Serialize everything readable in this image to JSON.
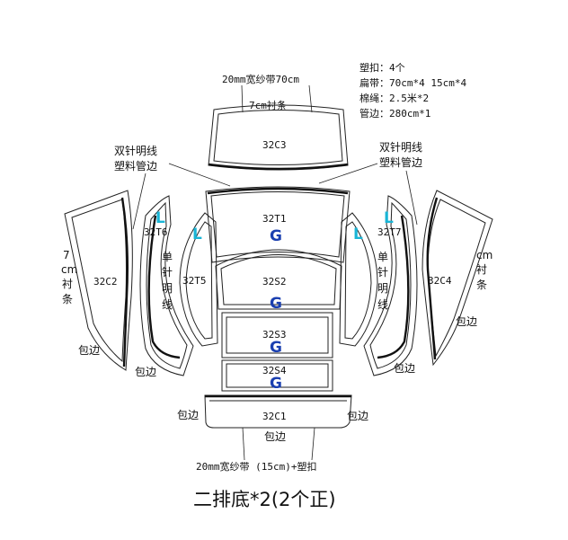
{
  "notes": {
    "line1": "塑扣：4个",
    "line2": "扁带：70cm*4  15cm*4",
    "line3": "棉绳：2.5米*2",
    "line4": "管边：280cm*1"
  },
  "labels": {
    "top_band": "20mm宽纱带70cm",
    "lining_7cm": "7cm衬条",
    "double_needle_left_1": "双针明线",
    "double_needle_left_2": "塑料管边",
    "double_needle_right_1": "双针明线",
    "double_needle_right_2": "塑料管边",
    "single_needle_left": [
      "单",
      "针",
      "明",
      "线"
    ],
    "single_needle_right": [
      "单",
      "针",
      "明",
      "线"
    ],
    "left_lining": [
      "7",
      "cm",
      "衬",
      "条"
    ],
    "right_lining": [
      "cm",
      "衬",
      "条"
    ],
    "binding_c2": "包边",
    "binding_t6": "包边",
    "binding_t7": "包边",
    "binding_c4": "包边",
    "binding_c1_left": "包边",
    "binding_c1_right": "包边",
    "binding_c1_bottom": "包边",
    "bottom_band": "20mm宽纱带 (15cm)+塑扣"
  },
  "pieces": {
    "c3": "32C3",
    "t1": "32T1",
    "t6": "32T6",
    "t7": "32T7",
    "t5": "32T5",
    "s2": "32S2",
    "s3": "32S3",
    "s4": "32S4",
    "c2": "32C2",
    "c4": "32C4",
    "c1": "32C1"
  },
  "marks": {
    "g": "G",
    "l": "L"
  },
  "title": "二排底*2(2个正)"
}
